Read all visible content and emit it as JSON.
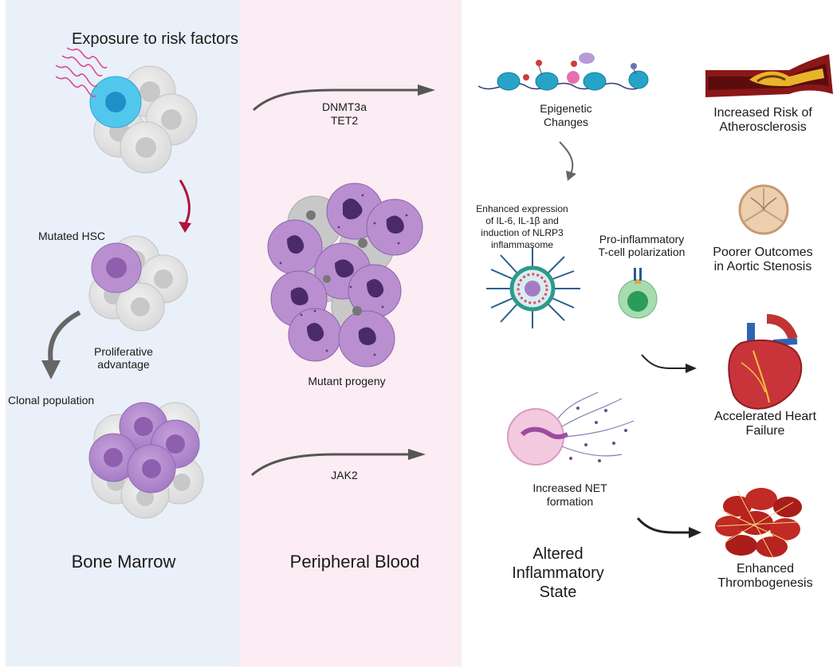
{
  "sections": {
    "bone_marrow": {
      "title": "Bone Marrow",
      "exposure": "Exposure to risk factors",
      "mutated_hsc": "Mutated HSC",
      "proliferative": "Proliferative advantage",
      "clonal": "Clonal population"
    },
    "peripheral_blood": {
      "title": "Peripheral Blood",
      "mutant_progeny": "Mutant progeny",
      "arrow_top_genes": [
        "DNMT3a",
        "TET2"
      ],
      "arrow_bottom_gene": "JAK2"
    },
    "inflammatory": {
      "title": [
        "Altered",
        "Inflammatory",
        "State"
      ],
      "epigenetic": [
        "Epigenetic",
        "Changes"
      ],
      "expression": [
        "Enhanced expression",
        "of IL-6, IL-1β  and",
        "induction of NLRP3",
        "inflammasome"
      ],
      "tcell": [
        "Pro-inflammatory",
        "T-cell polarization"
      ],
      "net": [
        "Increased NET",
        "formation"
      ]
    },
    "outcomes": {
      "athero": [
        "Increased Risk of",
        "Atherosclerosis"
      ],
      "aortic": [
        "Poorer Outcomes",
        "in Aortic Stenosis"
      ],
      "heart": [
        "Accelerated Heart",
        "Failure"
      ],
      "thrombo": [
        "Enhanced",
        "Thrombogenesis"
      ]
    }
  },
  "colors": {
    "bone_marrow_bg": "#e9f0f9",
    "peripheral_blood_bg": "#fcecf3",
    "mutated_cell": "#b98fd0",
    "exposed_cell": "#52c7ee",
    "normal_cell": "#e3e3e3",
    "risk_arrow": "#b1123b"
  }
}
